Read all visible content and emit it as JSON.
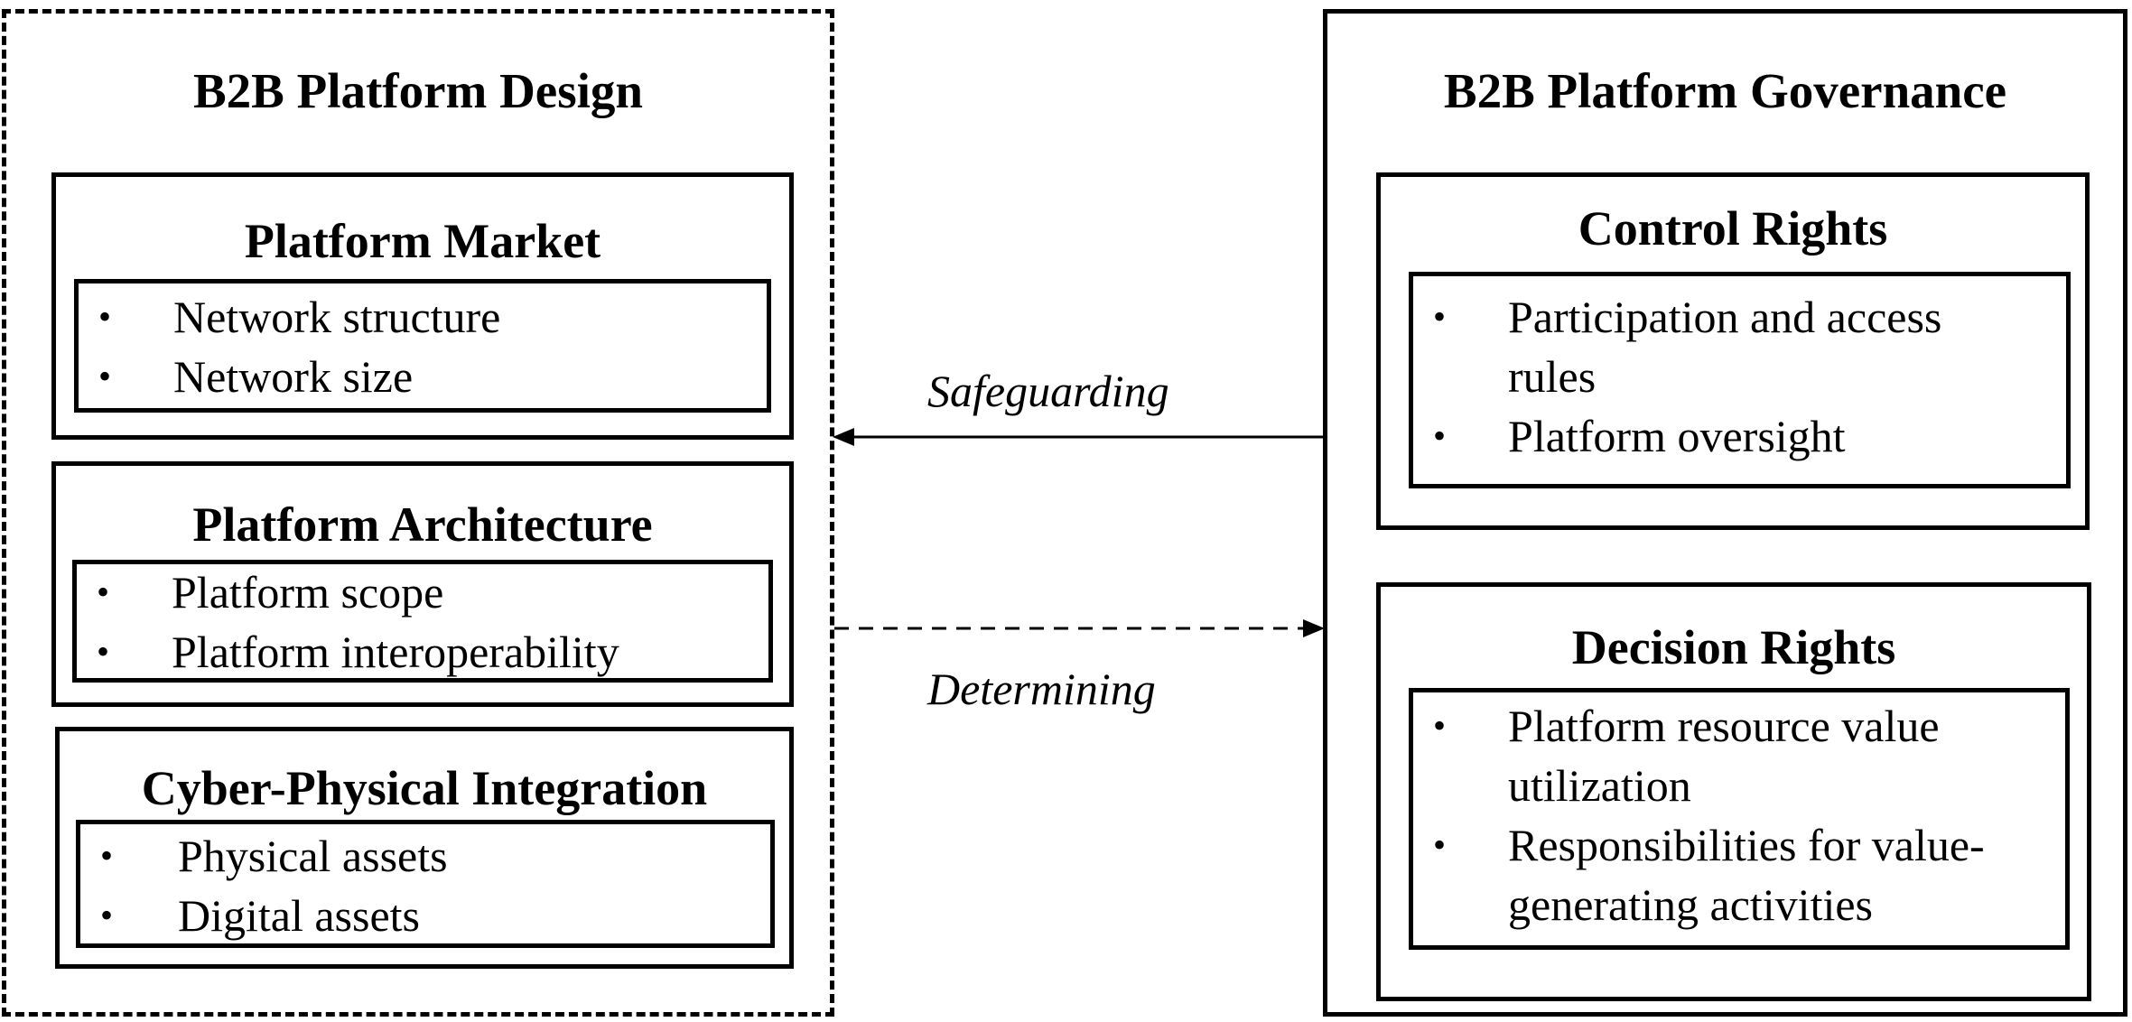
{
  "design": {
    "title": "B2B Platform Design",
    "market": {
      "title": "Platform Market",
      "items": [
        "Network structure",
        "Network size"
      ]
    },
    "architecture": {
      "title": "Platform Architecture",
      "items": [
        "Platform scope",
        "Platform interoperability"
      ]
    },
    "cyber": {
      "title": "Cyber-Physical Integration",
      "items": [
        "Physical assets",
        "Digital assets"
      ]
    }
  },
  "governance": {
    "title": "B2B Platform Governance",
    "control": {
      "title": "Control Rights",
      "items": [
        {
          "lines": [
            "Participation and access",
            "rules"
          ]
        },
        {
          "lines": [
            "Platform oversight"
          ]
        }
      ]
    },
    "decision": {
      "title": "Decision Rights",
      "items": [
        {
          "lines": [
            "Platform resource value",
            "utilization"
          ]
        },
        {
          "lines": [
            "Responsibilities for value-",
            "generating activities"
          ]
        }
      ]
    }
  },
  "edges": {
    "safeguarding": "Safeguarding",
    "determining": "Determining"
  }
}
